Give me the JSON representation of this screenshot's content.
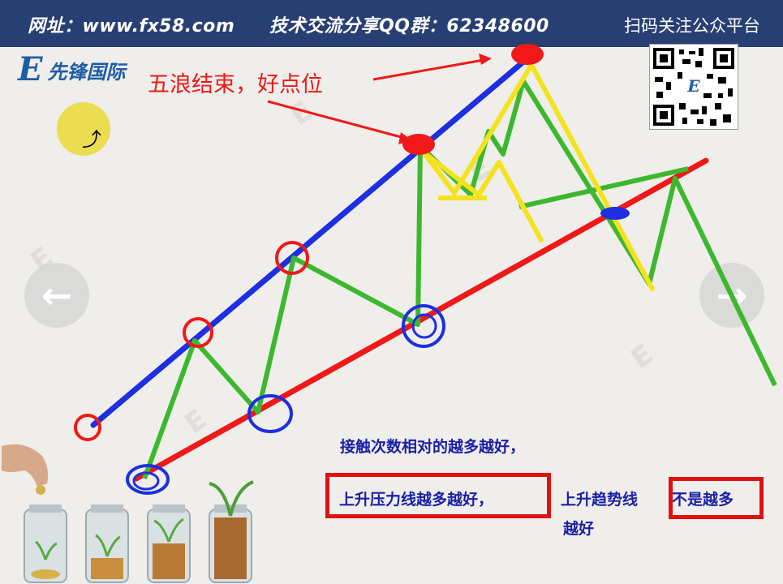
{
  "header": {
    "url": "网址：www.fx58.com",
    "qq": "技术交流分享QQ群：62348600",
    "qr_label": "扫码关注公众平台"
  },
  "logo": {
    "mark": "E",
    "name": "先锋国际"
  },
  "annotation": "五浪结束，好点位",
  "notes": {
    "line1": "接触次数相对的越多越好，",
    "line2": "上升压力线越多越好，",
    "line3": "上升趋势线",
    "line4": "不是越多",
    "line5": "越好"
  },
  "nav": {
    "prev_icon": "arrow-left-icon",
    "next_icon": "arrow-right-icon"
  },
  "colors": {
    "header": "#283f73",
    "blue_line": "#1d2fe0",
    "red_line": "#f01818",
    "green_line": "#3db82e",
    "yellow_line": "#f5e21e"
  }
}
